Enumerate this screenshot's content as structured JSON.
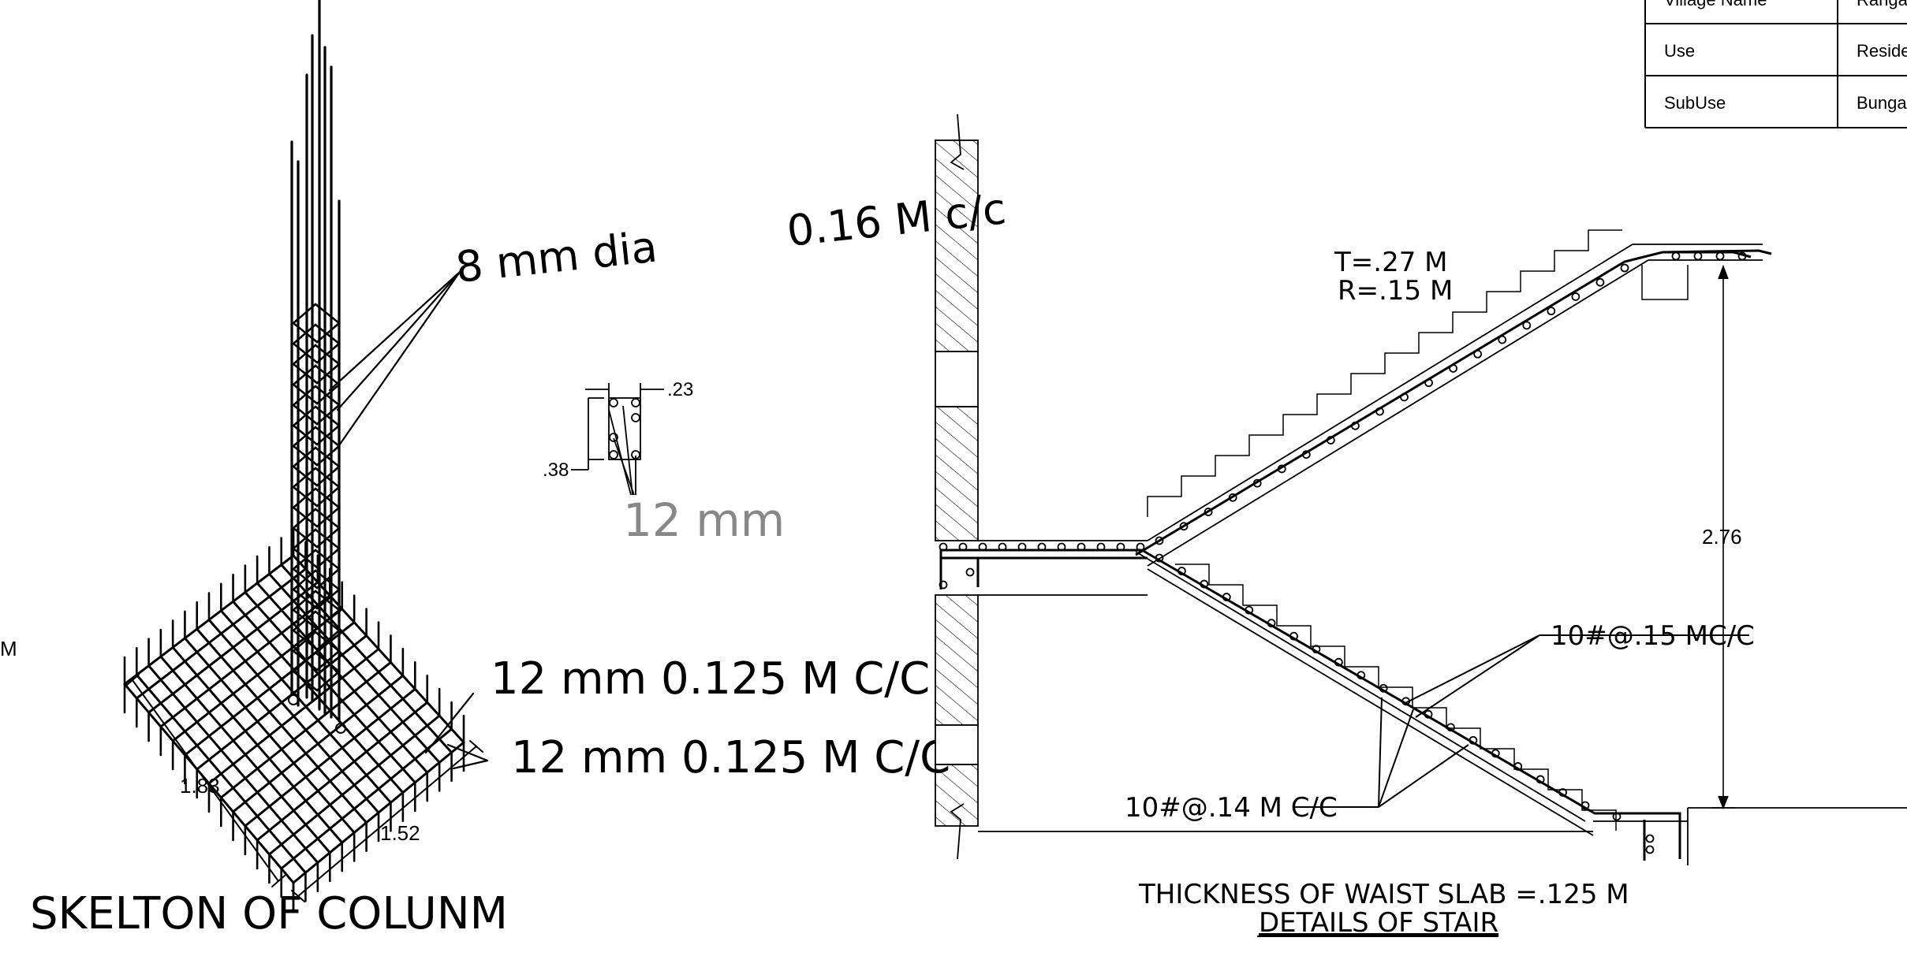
{
  "info_table": {
    "rows": [
      {
        "label": "Village Name",
        "value": "Ranga"
      },
      {
        "label": "Use",
        "value": "Reside"
      },
      {
        "label": "SubUse",
        "value": "Bunga"
      }
    ]
  },
  "column_skeleton": {
    "title": "SKELTON  OF  COLUNM",
    "dim_width": "1.83",
    "dim_depth": "1.52",
    "stirrup_label": "8  mm  dia",
    "stirrup_spacing": "0.16  M  c/c",
    "footing_bar_1": "12  mm  0.125  M  C/C",
    "footing_bar_2": "12  mm  0.125  M  C/C",
    "edge_label": "M"
  },
  "column_section": {
    "dim_width": ".23",
    "dim_depth": ".38",
    "bar_label": "12  mm"
  },
  "stair": {
    "tread_label": "T=.27  M",
    "riser_label": "R=.15  M",
    "height_dim": "2.76",
    "top_bar_label": "10#@.15  MC/C",
    "bottom_bar_label": "10#@.14  M  C/C",
    "waist_slab_note": "THICKNESS  OF  WAIST  SLAB  =.125  M",
    "title": "DETAILS  OF  STAIR"
  }
}
